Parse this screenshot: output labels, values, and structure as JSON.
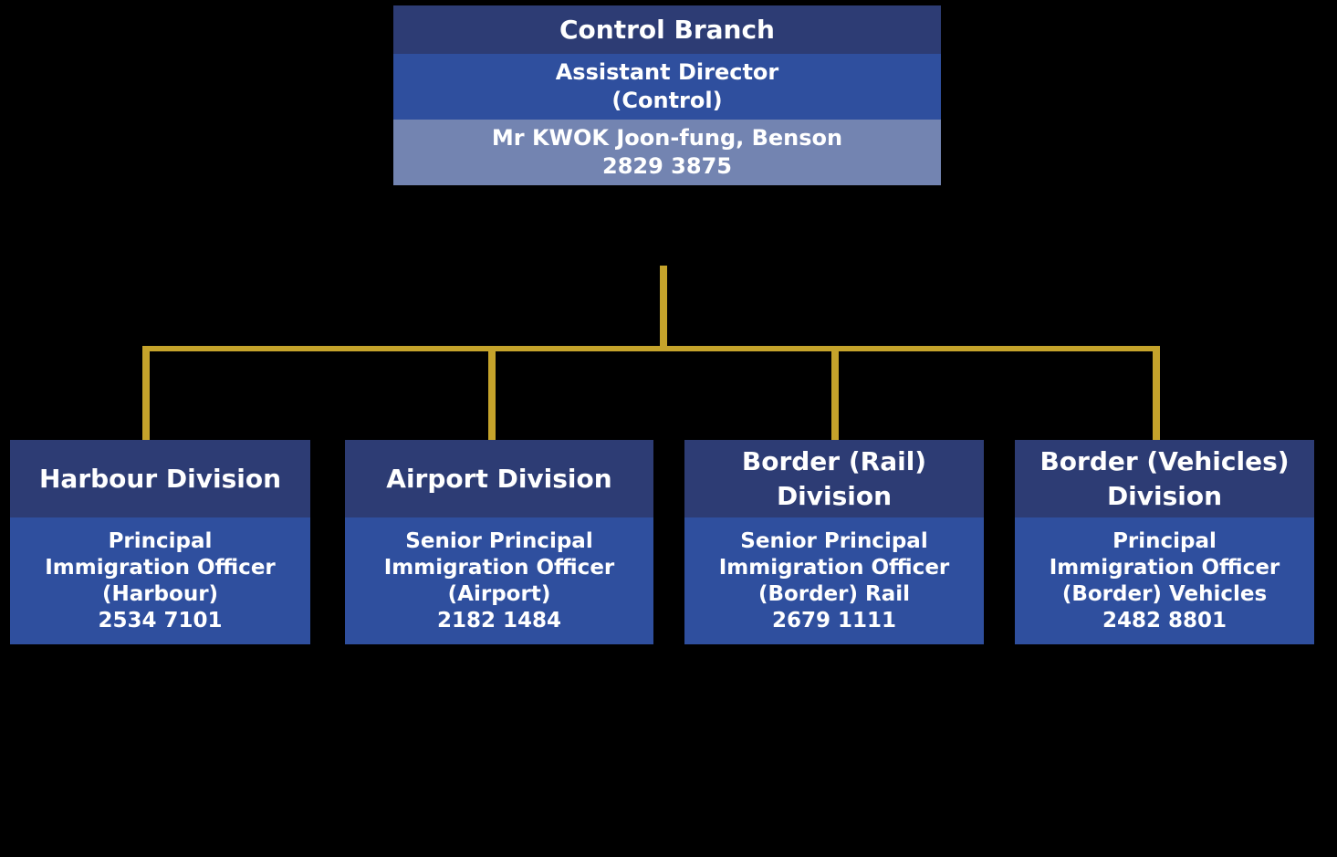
{
  "colors": {
    "background": "#000000",
    "header_navy": "#2D3C74",
    "body_blue": "#2F4F9E",
    "officer_slate": "#7384B1",
    "connector_gold": "#C5A32B",
    "text": "#FFFFFF"
  },
  "root": {
    "title": "Control Branch",
    "post_lines": [
      "Assistant Director",
      "(Control)"
    ],
    "officer_name": "Mr KWOK Joon-fung, Benson",
    "officer_phone": "2829 3875"
  },
  "divisions": [
    {
      "title_lines": [
        "Harbour Division"
      ],
      "post_lines": [
        "Principal",
        "Immigration Officer",
        "(Harbour)"
      ],
      "phone": "2534 7101"
    },
    {
      "title_lines": [
        "Airport Division"
      ],
      "post_lines": [
        "Senior Principal",
        "Immigration Officer",
        "(Airport)"
      ],
      "phone": "2182 1484"
    },
    {
      "title_lines": [
        "Border (Rail)",
        "Division"
      ],
      "post_lines": [
        "Senior Principal",
        "Immigration Officer",
        "(Border) Rail"
      ],
      "phone": "2679 1111"
    },
    {
      "title_lines": [
        "Border (Vehicles)",
        "Division"
      ],
      "post_lines": [
        "Principal",
        "Immigration Officer",
        "(Border) Vehicles"
      ],
      "phone": "2482 8801"
    }
  ]
}
